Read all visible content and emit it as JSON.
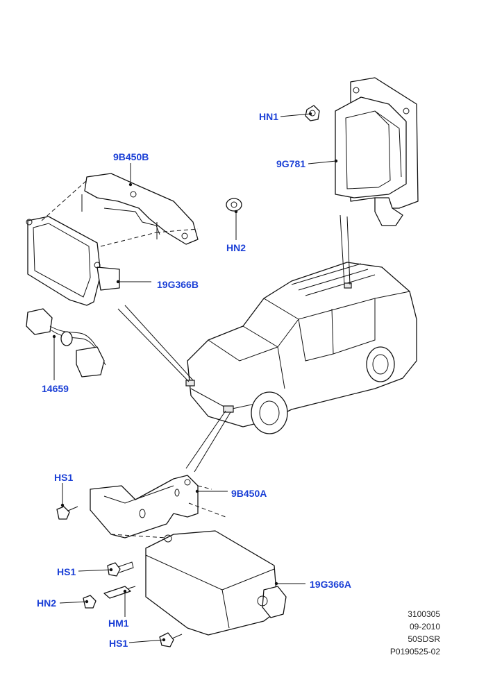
{
  "callouts": {
    "hn1": "HN1",
    "p9g781": "9G781",
    "p9b450b": "9B450B",
    "hn2_top": "HN2",
    "p19g366b": "19G366B",
    "p14659": "14659",
    "hs1_top": "HS1",
    "p9b450a": "9B450A",
    "hs1_mid": "HS1",
    "p19g366a": "19G366A",
    "hn2_bottom": "HN2",
    "hm1": "HM1",
    "hs1_bottom": "HS1"
  },
  "reference": {
    "line1": "3100305",
    "line2": "09-2010",
    "line3": "50SDSR",
    "line4": "P0190525-02"
  }
}
